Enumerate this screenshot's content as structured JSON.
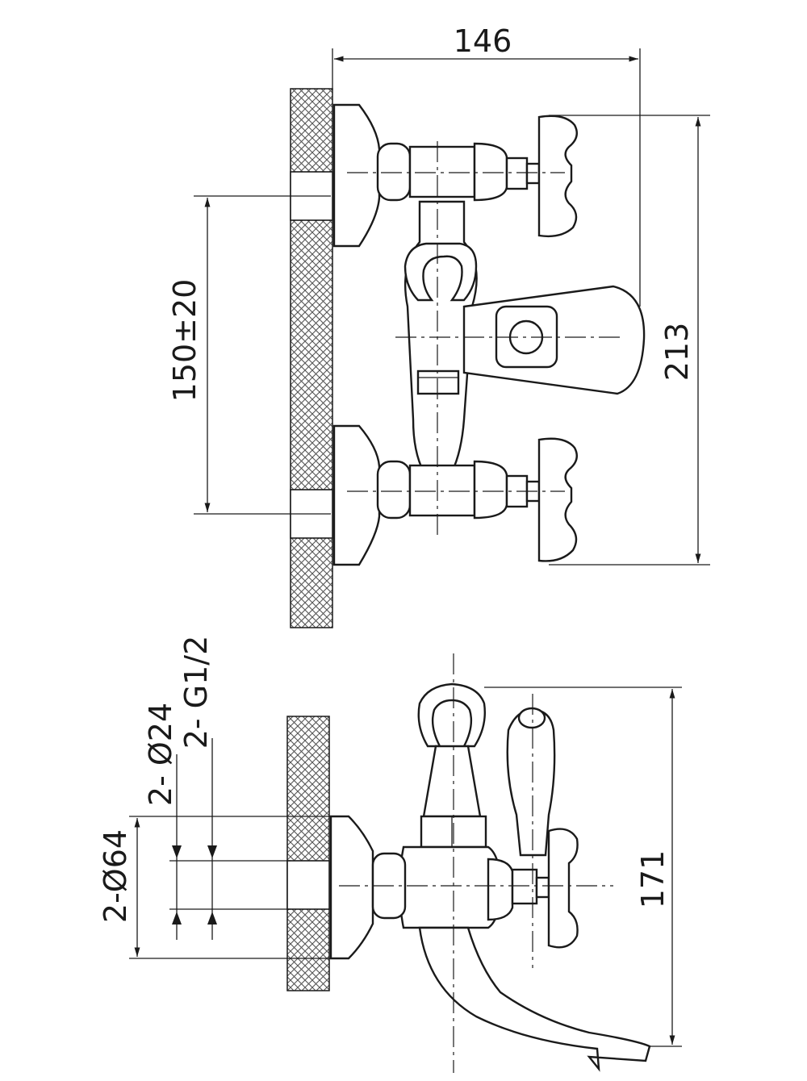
{
  "dimensions": {
    "width_146": "146",
    "height_213": "213",
    "spacing": "150±20",
    "flange_dia": "2-Ø64",
    "pipe_dia": "2- Ø24",
    "thread": "2- G1/2",
    "height_171": "171"
  }
}
